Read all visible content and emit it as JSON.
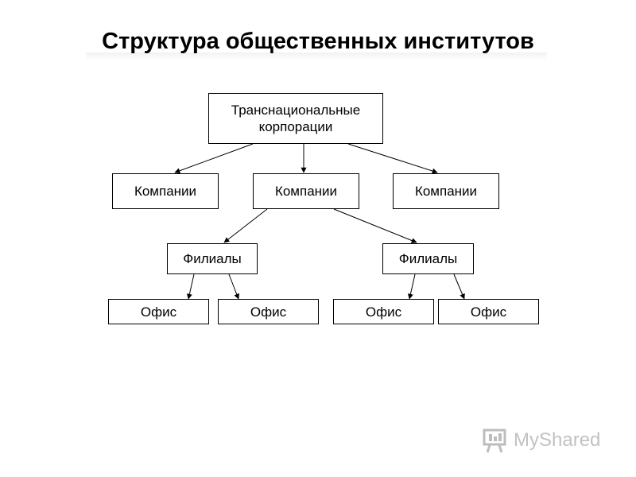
{
  "title": "Структура общественных институтов",
  "nodes": {
    "tnc": "Транснациональные корпорации",
    "company_1": "Компании",
    "company_2": "Компании",
    "company_3": "Компании",
    "branch_1": "Филиалы",
    "branch_2": "Филиалы",
    "office_1": "Офис",
    "office_2": "Офис",
    "office_3": "Офис",
    "office_4": "Офис"
  },
  "watermark": {
    "text": "MyShared",
    "icon": "presentation-board-icon"
  }
}
